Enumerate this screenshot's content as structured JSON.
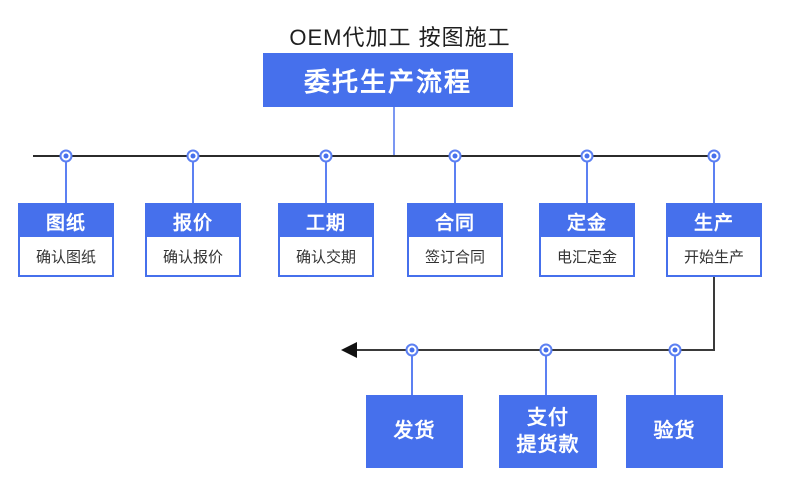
{
  "colors": {
    "primary_blue": "#4670ec",
    "connector_blue": "#5c80f2",
    "line_dark": "#2b2b2b",
    "arrow_black": "#111111"
  },
  "header": {
    "tagline": "OEM代加工  按图施工",
    "title": "委托生产流程"
  },
  "top_row": [
    {
      "title": "图纸",
      "subtitle": "确认图纸"
    },
    {
      "title": "报价",
      "subtitle": "确认报价"
    },
    {
      "title": "工期",
      "subtitle": "确认交期"
    },
    {
      "title": "合同",
      "subtitle": "签订合同"
    },
    {
      "title": "定金",
      "subtitle": "电汇定金"
    },
    {
      "title": "生产",
      "subtitle": "开始生产"
    }
  ],
  "bottom_row": [
    {
      "label": "发货"
    },
    {
      "label": "支付\n提货款"
    },
    {
      "label": "验货"
    }
  ]
}
